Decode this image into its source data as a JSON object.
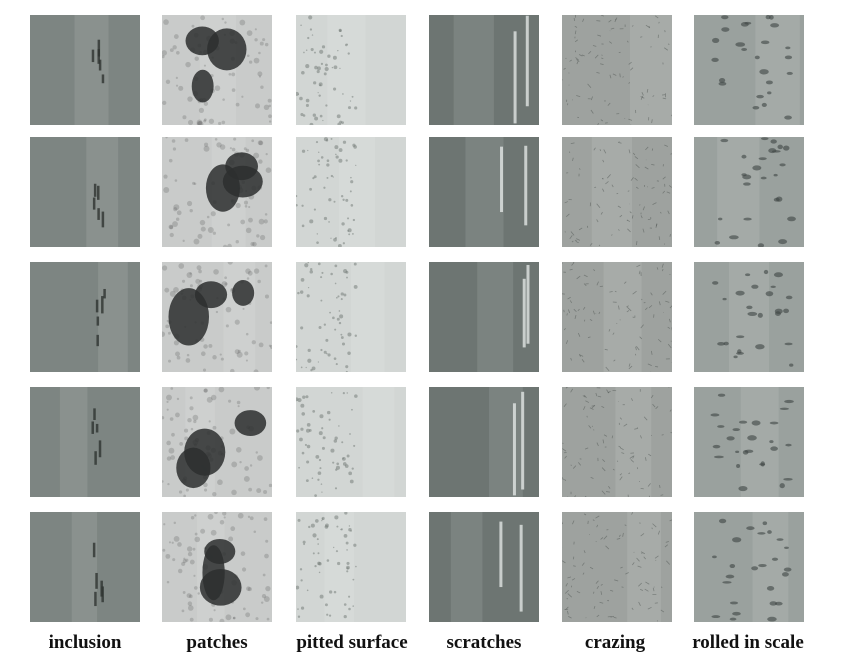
{
  "categories": [
    {
      "label": "inclusion",
      "base": "#7d8582"
    },
    {
      "label": "patches",
      "base": "#c9cbca"
    },
    {
      "label": "pitted surface",
      "base": "#d2d6d4"
    },
    {
      "label": "scratches",
      "base": "#6d7572"
    },
    {
      "label": "crazing",
      "base": "#9ea29f"
    },
    {
      "label": "rolled in scale",
      "base": "#9aa19e"
    }
  ],
  "rows": 5
}
